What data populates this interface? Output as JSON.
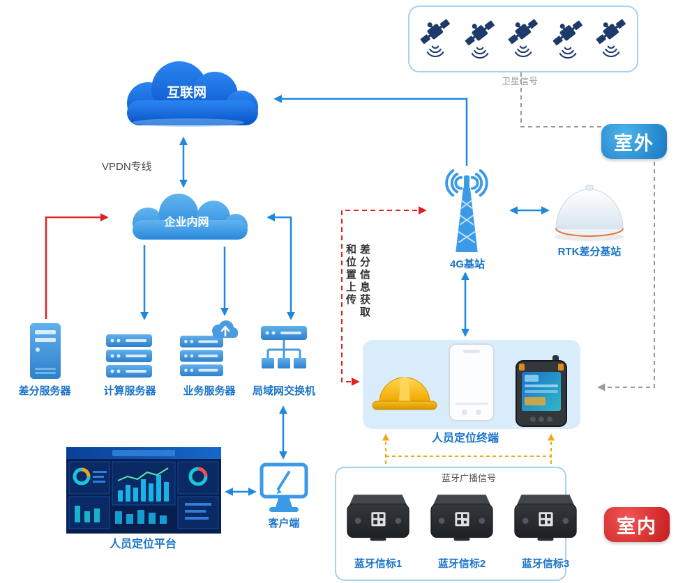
{
  "badges": {
    "outdoor": "室外",
    "indoor": "室内"
  },
  "clouds": {
    "internet": "互联网",
    "intranet": "企业内网"
  },
  "labels": {
    "vpdn": "VPDN专线",
    "satellite_signal": "卫星信号",
    "bluetooth_broadcast": "蓝牙广播信号",
    "diff_info_fetch": "差分信息获取",
    "and_position_upload": "和位置上传"
  },
  "nodes": {
    "diff_server": "差分服务器",
    "compute_server": "计算服务器",
    "business_server": "业务服务器",
    "lan_switch": "局域网交换机",
    "base_station_4g": "4G基站",
    "rtk_station": "RTK差分基站",
    "terminal": "人员定位终端",
    "platform": "人员定位平台",
    "client": "客户端",
    "beacon1": "蓝牙信标1",
    "beacon2": "蓝牙信标2",
    "beacon3": "蓝牙信标3"
  },
  "colors": {
    "arrow_blue": "#1e88e0",
    "arrow_red": "#e02020",
    "dash_gray": "#999999",
    "dash_yellow": "#f0a818",
    "label_blue": "#1a74c8"
  }
}
